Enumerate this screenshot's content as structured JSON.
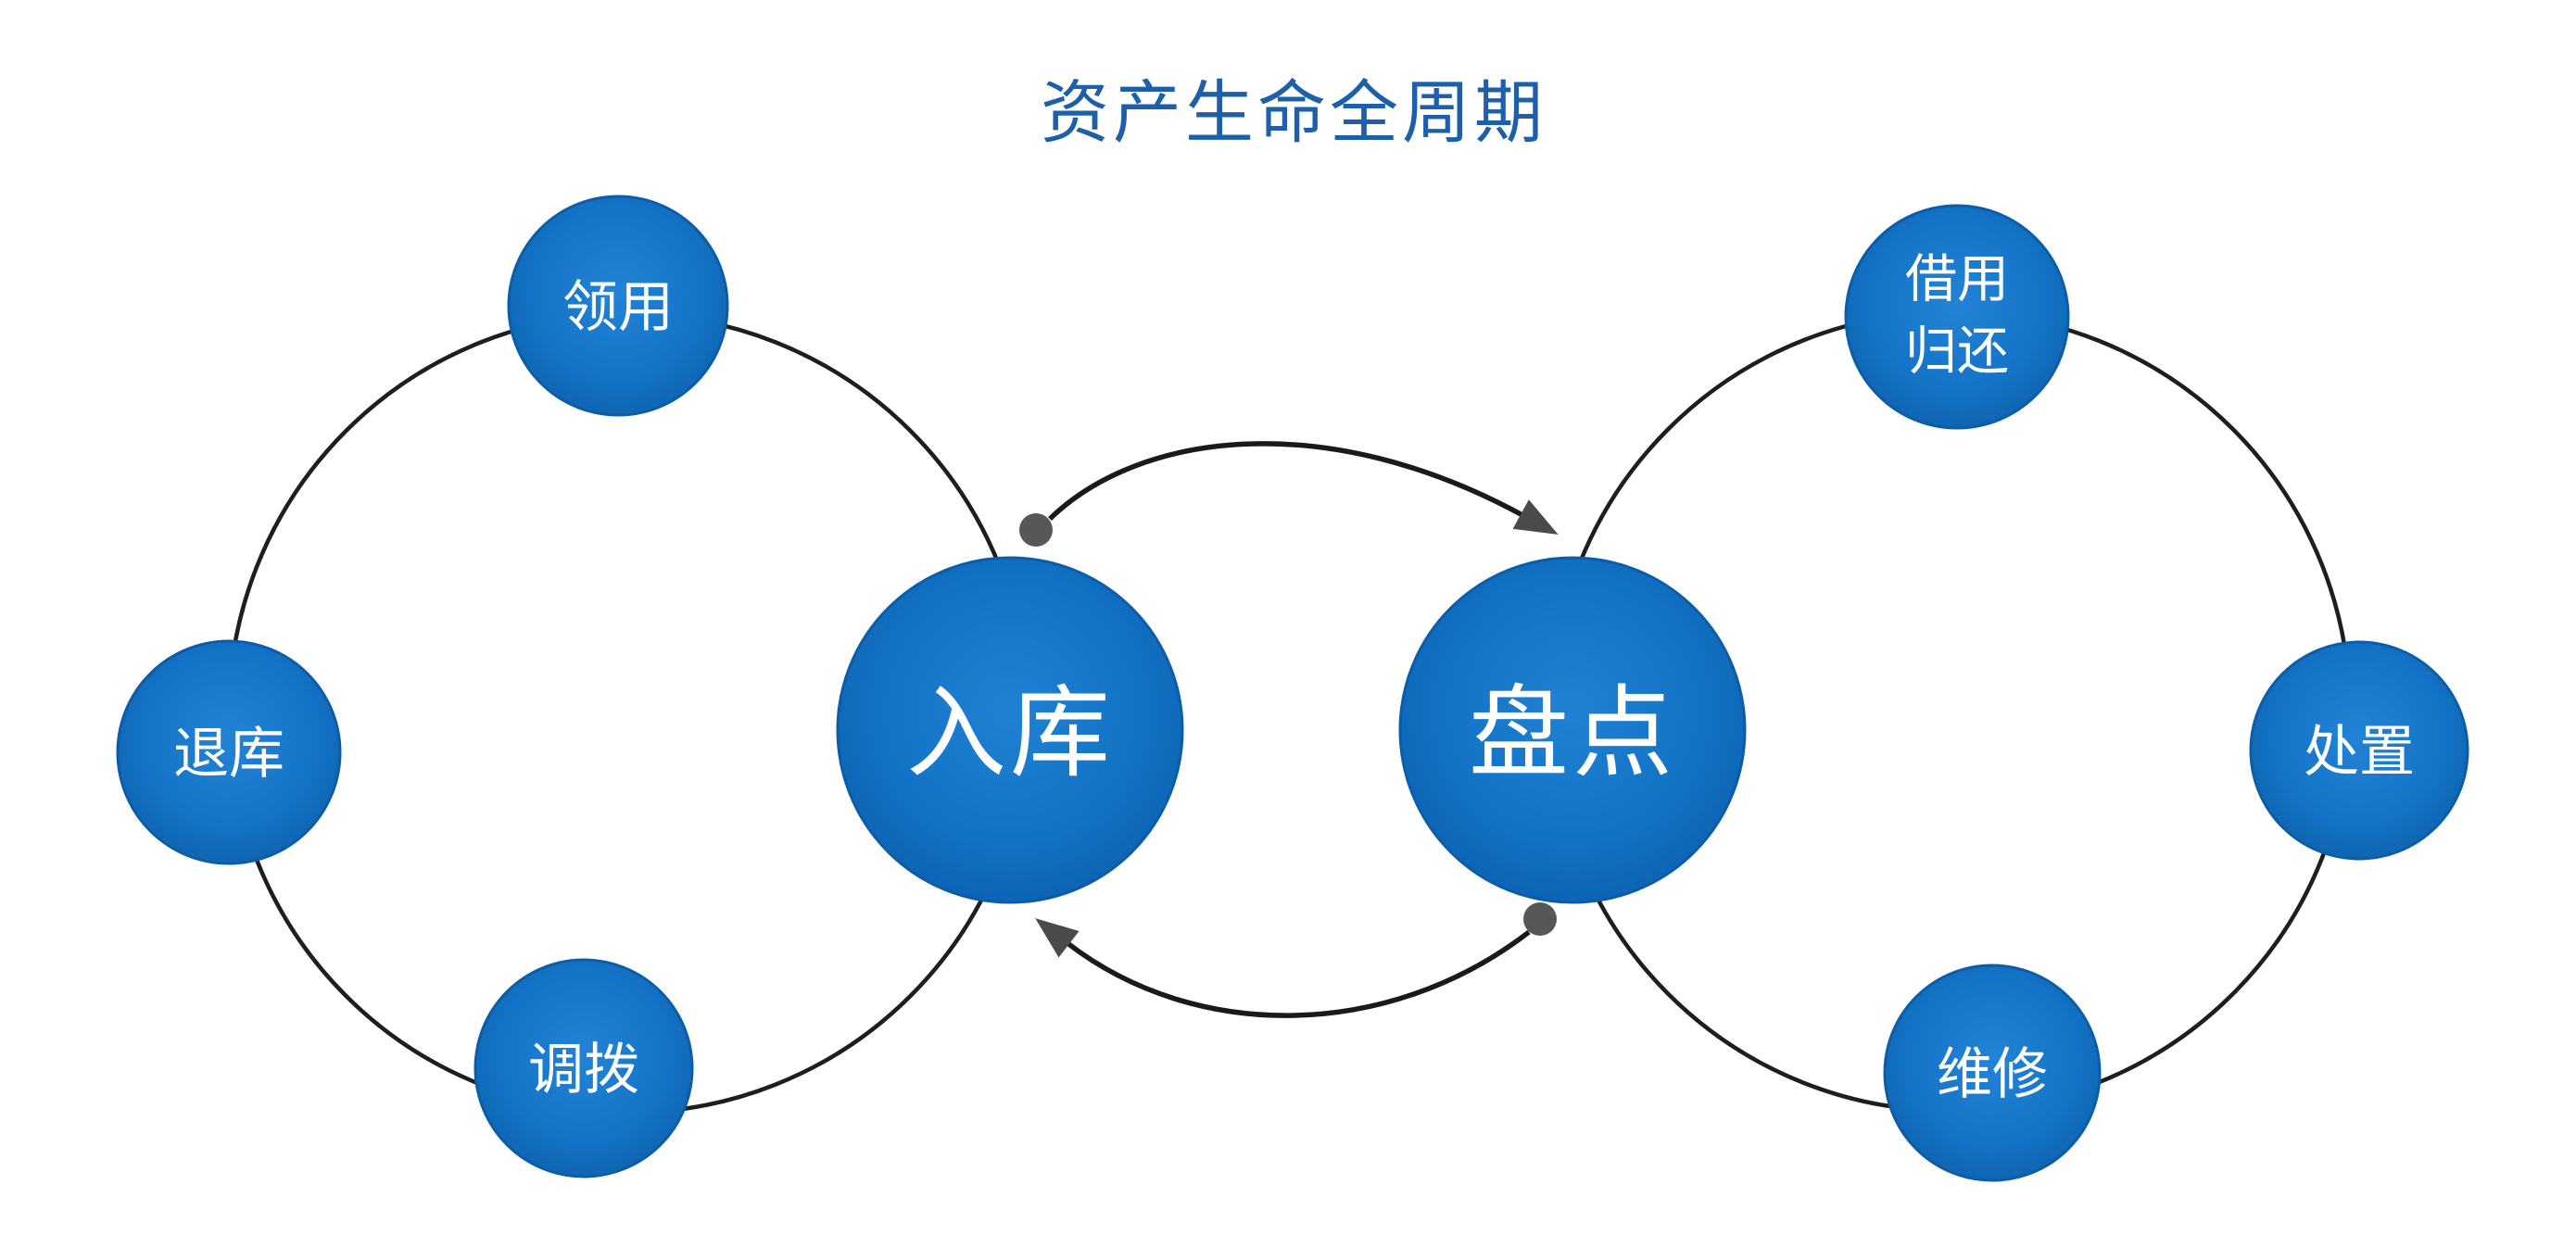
{
  "title": "资产生命全周期",
  "diagram": {
    "left_cycle": {
      "hub": "入库",
      "top": "领用",
      "left": "退库",
      "bottom": "调拨"
    },
    "right_cycle": {
      "hub": "盘点",
      "top_line1": "借用",
      "top_line2": "归还",
      "right": "处置",
      "bottom": "维修"
    },
    "flow": [
      {
        "from": "入库",
        "to": "盘点"
      },
      {
        "from": "盘点",
        "to": "入库"
      }
    ]
  },
  "colors": {
    "node_blue": "#1171c3",
    "node_blue_dark": "#0d60ab",
    "node_blue_light": "#2383d6",
    "title_blue": "#1d5fa8",
    "ring_line": "#1e1e1e",
    "arrow_head_gray": "#4a4a4a",
    "start_dot_gray": "#575757",
    "label_white": "#ffffff",
    "background": "#ffffff"
  }
}
